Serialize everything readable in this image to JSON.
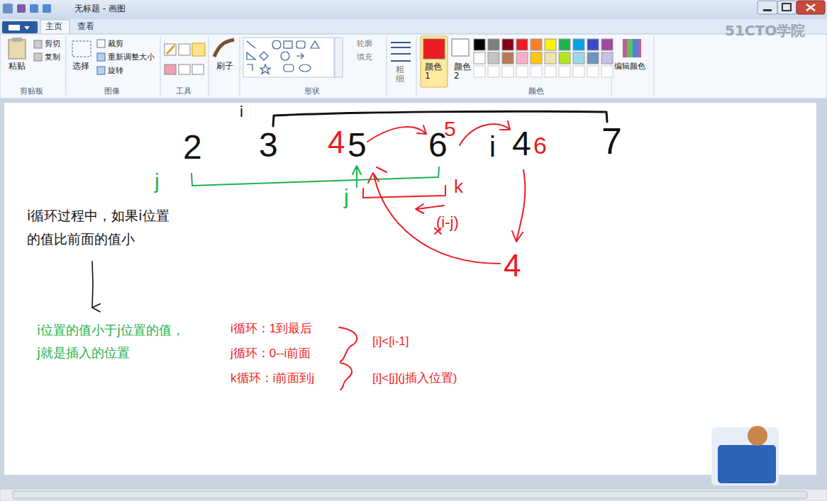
{
  "diagram": {
    "nodes": [
      {
        "text": [
          "i循环过程中，如果i位置的值比前面的值小"
        ]
      },
      {
        "text": [
          "i位置的值小于j位置的值，j就是插入的位置"
        ]
      }
    ],
    "edges": [
      {
        "from": 0,
        "to": 1,
        "arrow": "to"
      }
    ],
    "labels": [
      "无标题 - 画图",
      "主页",
      "查看",
      "粘贴",
      "剪切",
      "复制",
      "剪贴板",
      "选择",
      "裁剪",
      "重新调整大小",
      "旋转",
      "图像",
      "工具",
      "刷子",
      "形状",
      "轮廓",
      "填充",
      "粗细",
      "颜色 1",
      "颜色 2",
      "颜色",
      "编辑颜色",
      "51CTO学院",
      "i",
      "2",
      "3",
      "4",
      "5",
      "6",
      "5",
      "i",
      "4",
      "6",
      "7",
      "j",
      "j",
      "k",
      "(i-j)",
      "4",
      "i循环：1到最后",
      "j循环：0--i前面",
      "k循环：i前面到j",
      "[i]<[i-1]",
      "[i]<[j](j插入位置)"
    ]
  }
}
